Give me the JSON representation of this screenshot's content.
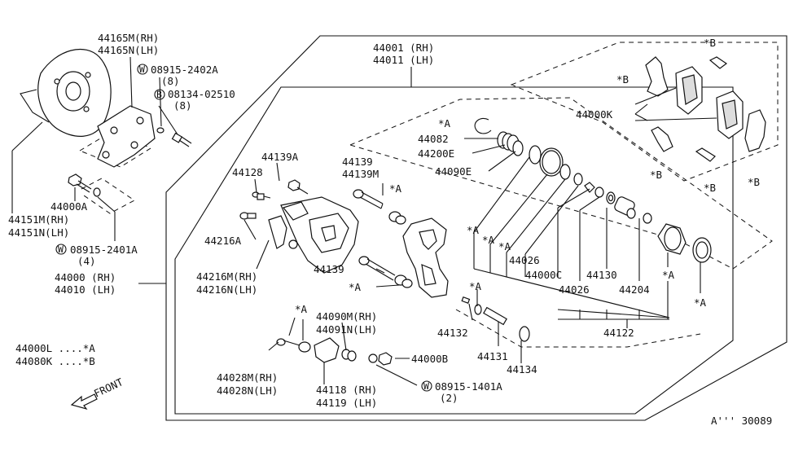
{
  "labels": {
    "p44001": "44001 (RH)",
    "p44011": "44011 (LH)",
    "p44165m": "44165M(RH)",
    "p44165n": "44165N(LH)",
    "w08915_2402a": "08915-2402A",
    "w08915_2402a_qty": "(8)",
    "b08134_02510": "08134-02510",
    "b08134_02510_qty": "(8)",
    "p44000k": "44000K",
    "p44082": "44082",
    "p44200e": "44200E",
    "p44090e": "44090E",
    "p44139a": "44139A",
    "p44128": "44128",
    "p44139": "44139",
    "p44139m": "44139M",
    "p44139b": "44139",
    "p44000a": "44000A",
    "p44151m": "44151M(RH)",
    "p44151n": "44151N(LH)",
    "p44216a": "44216A",
    "p44216m": "44216M(RH)",
    "p44216n": "44216N(LH)",
    "w08915_2401a": "08915-2401A",
    "w08915_2401a_qty": "(4)",
    "p44000": "44000 (RH)",
    "p44010": "44010 (LH)",
    "p44026a": "44026",
    "p44026b": "44026",
    "p44000c": "44000C",
    "p44130": "44130",
    "p44204": "44204",
    "p44122": "44122",
    "p44132": "44132",
    "p44131": "44131",
    "p44134": "44134",
    "p44090m": "44090M(RH)",
    "p44091n": "44091N(LH)",
    "p44000b": "44000B",
    "p44028m": "44028M(RH)",
    "p44028n": "44028N(LH)",
    "p44118": "44118 (RH)",
    "p44119": "44119 (LH)",
    "w08915_1401a": "08915-1401A",
    "w08915_1401a_qty": "(2)",
    "kit_a": "44000L ....*A",
    "kit_b": "44080K ....*B",
    "front": "FRONT",
    "diagram_code": "A''' 30089",
    "mark_a": "*A",
    "mark_b": "*B",
    "circle_w": "W",
    "circle_b": "B"
  }
}
